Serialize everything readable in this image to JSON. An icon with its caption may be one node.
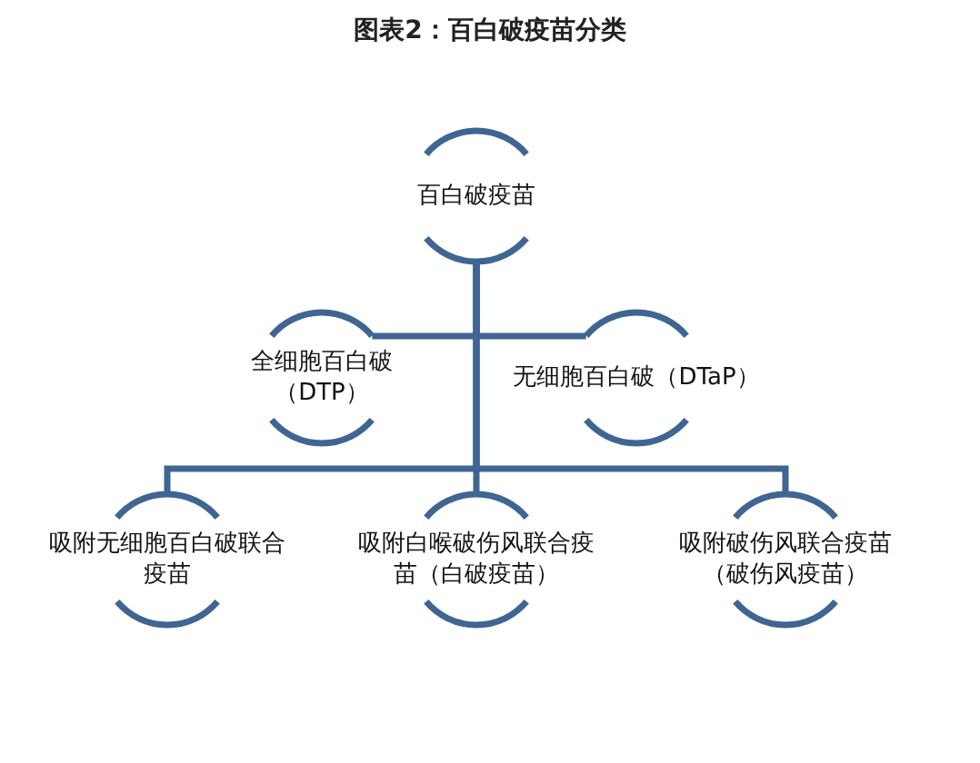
{
  "diagram": {
    "title": "图表2：百白破疫苗分类",
    "nodes": [
      {
        "text": [
          "百白破疫苗"
        ]
      },
      {
        "text": [
          "全细胞百白破（DTP）"
        ]
      },
      {
        "text": [
          "无细胞百白破（DTaP）"
        ]
      },
      {
        "text": [
          "吸附无细胞百白破联合疫苗"
        ]
      },
      {
        "text": [
          "吸附白喉破伤风联合疫苗（白破疫苗）"
        ]
      },
      {
        "text": [
          "吸附破伤风联合疫苗（破伤风疫苗）"
        ]
      }
    ],
    "edges": [
      {
        "from": 0,
        "to": 1,
        "arrow": "none"
      },
      {
        "from": 0,
        "to": 2,
        "arrow": "none"
      },
      {
        "from": 0,
        "to": 3,
        "arrow": "none"
      },
      {
        "from": 0,
        "to": 4,
        "arrow": "none"
      },
      {
        "from": 0,
        "to": 5,
        "arrow": "none"
      }
    ]
  }
}
